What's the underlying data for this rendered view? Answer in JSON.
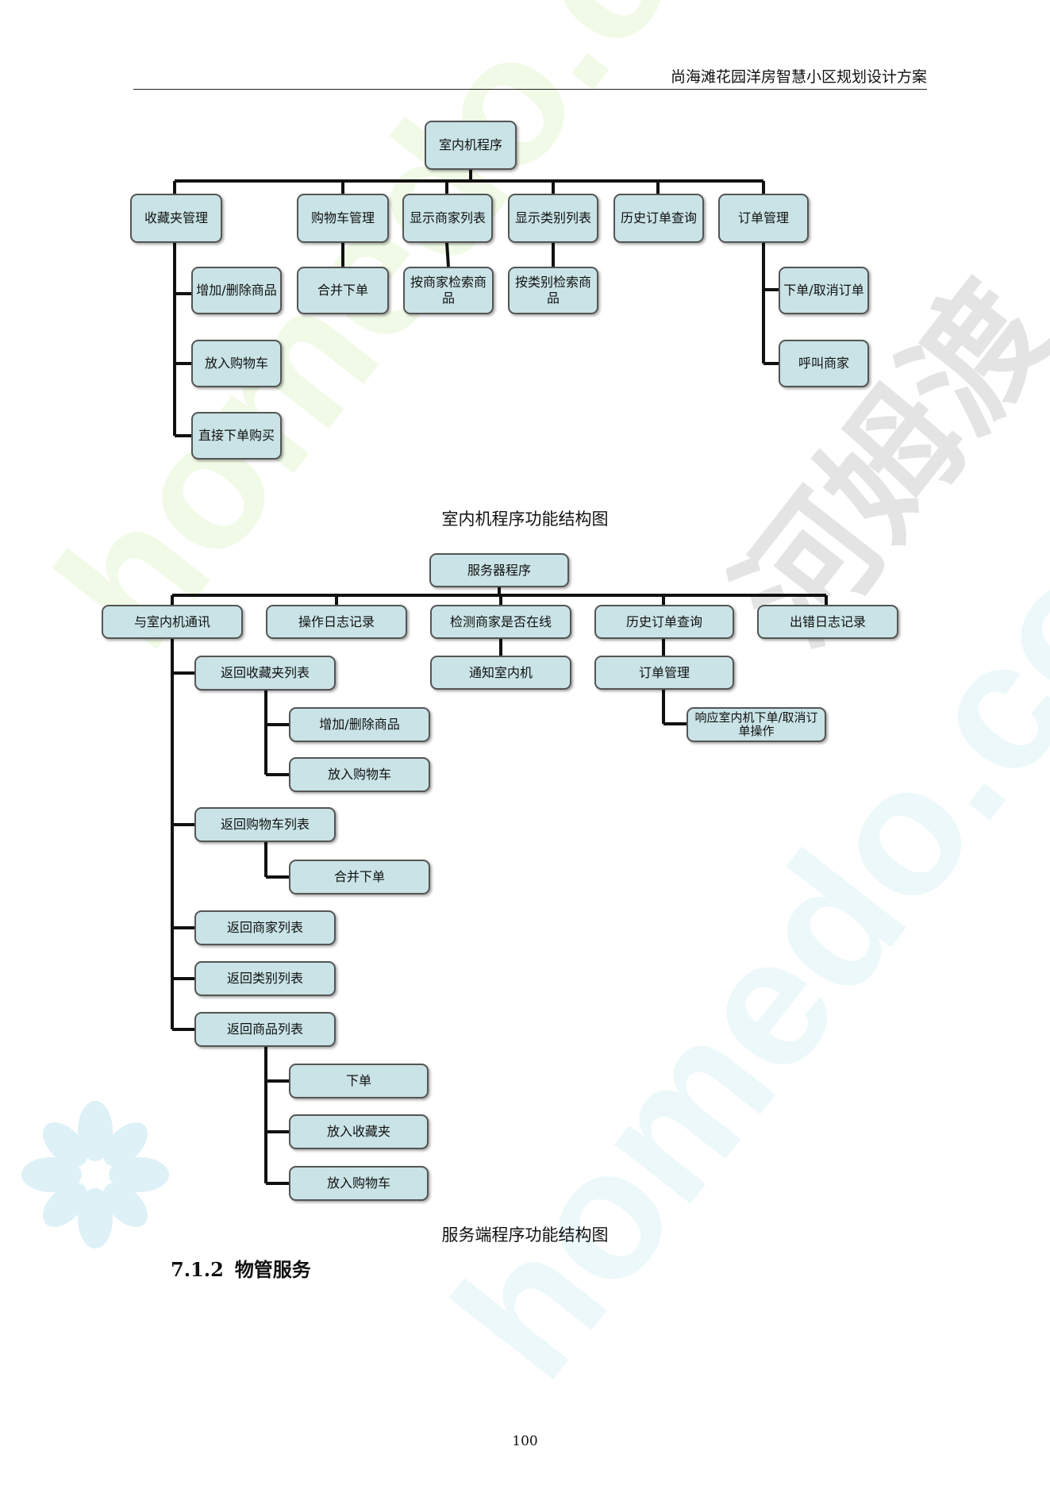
{
  "header": {
    "title": "尚海滩花园洋房智慧小区规划设计方案"
  },
  "diagram1": {
    "root": "室内机程序",
    "level1": [
      "收藏夹管理",
      "购物车管理",
      "显示商家列表",
      "显示类别列表",
      "历史订单查询",
      "订单管理"
    ],
    "favorites_children": [
      "增加/删除商品",
      "放入购物车",
      "直接下单购买"
    ],
    "cart_children": [
      "合并下单"
    ],
    "merchant_list_children": [
      "按商家检索商品"
    ],
    "category_list_children": [
      "按类别检索商品"
    ],
    "order_children": [
      "下单/取消订单",
      "呼叫商家"
    ],
    "caption": "室内机程序功能结构图"
  },
  "diagram2": {
    "root": "服务器程序",
    "level1": [
      "与室内机通讯",
      "操作日志记录",
      "检测商家是否在线",
      "历史订单查询",
      "出错日志记录"
    ],
    "comm_children": [
      "返回收藏夹列表",
      "返回购物车列表",
      "返回商家列表",
      "返回类别列表",
      "返回商品列表"
    ],
    "favorites_list_children": [
      "增加/删除商品",
      "放入购物车"
    ],
    "cart_list_children": [
      "合并下单"
    ],
    "product_list_children": [
      "下单",
      "放入收藏夹",
      "放入购物车"
    ],
    "online_check_children": [
      "通知室内机"
    ],
    "history_children": [
      "订单管理"
    ],
    "order_mgmt_children": [
      "响应室内机下单/取消订单操作"
    ],
    "caption": "服务端程序功能结构图"
  },
  "section": {
    "number": "7.1.2",
    "title": "物管服务"
  },
  "page_number": "100",
  "watermark": {
    "text1": "homedo.com",
    "text2": "homedo.com",
    "text3": "河姆渡"
  }
}
